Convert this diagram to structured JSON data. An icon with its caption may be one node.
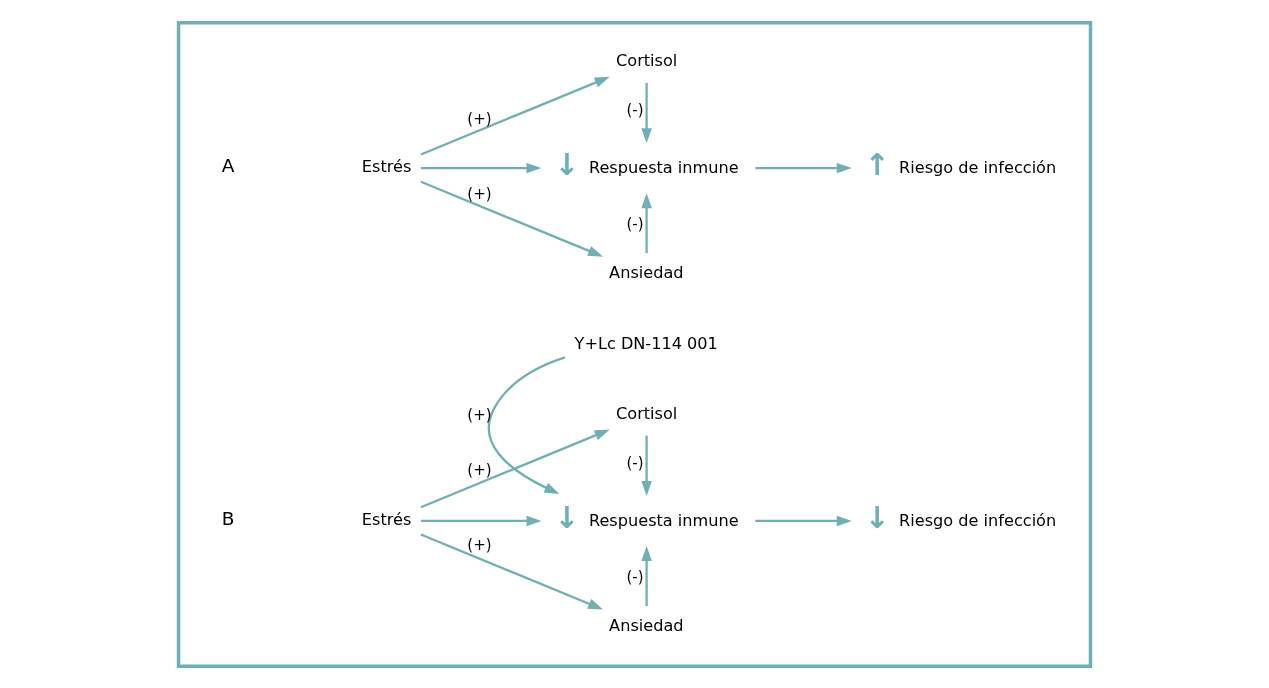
{
  "diagram": {
    "nodes": [
      {
        "text": [],
        "shape": "box"
      },
      {
        "text": [
          "Estrés"
        ],
        "in": 0
      },
      {
        "text": [
          "Cortisol"
        ],
        "in": 0
      },
      {
        "text": [
          "Respuesta inmune"
        ],
        "beside": [
          "↓"
        ],
        "in": 0
      },
      {
        "text": [
          "Ansiedad"
        ],
        "in": 0
      },
      {
        "text": [
          "Riesgo de infección"
        ],
        "beside": [
          "↑"
        ],
        "in": 0
      },
      {
        "text": [
          "Estrés"
        ],
        "in": 0
      },
      {
        "text": [
          "Cortisol"
        ],
        "in": 0
      },
      {
        "text": [
          "Respuesta inmune"
        ],
        "beside": [
          "↓"
        ],
        "in": 0
      },
      {
        "text": [
          "Ansiedad"
        ],
        "in": 0
      },
      {
        "text": [
          "Y+Lc DN-114 001"
        ],
        "in": 0
      },
      {
        "text": [
          "Riesgo de infección"
        ],
        "beside": [
          "↓"
        ],
        "in": 0
      }
    ],
    "edges": [
      {
        "from": 1,
        "to": 2,
        "arrow": "to",
        "label": "(+)"
      },
      {
        "from": 1,
        "to": 3,
        "arrow": "to"
      },
      {
        "from": 1,
        "to": 4,
        "arrow": "to",
        "label": "(+)"
      },
      {
        "from": 2,
        "to": 3,
        "arrow": "to",
        "label": "(-)"
      },
      {
        "from": 4,
        "to": 3,
        "arrow": "to",
        "label": "(-)"
      },
      {
        "from": 3,
        "to": 5,
        "arrow": "to"
      },
      {
        "from": 6,
        "to": 7,
        "arrow": "to",
        "label": "(+)"
      },
      {
        "from": 6,
        "to": 8,
        "arrow": "to"
      },
      {
        "from": 6,
        "to": 9,
        "arrow": "to",
        "label": "(+)"
      },
      {
        "from": 7,
        "to": 8,
        "arrow": "to",
        "label": "(-)"
      },
      {
        "from": 9,
        "to": 8,
        "arrow": "to",
        "label": "(-)"
      },
      {
        "from": 10,
        "to": 8,
        "arrow": "to",
        "label": "(+)"
      },
      {
        "from": 8,
        "to": 11,
        "arrow": "to"
      }
    ],
    "labels": [
      "A",
      "B"
    ]
  }
}
